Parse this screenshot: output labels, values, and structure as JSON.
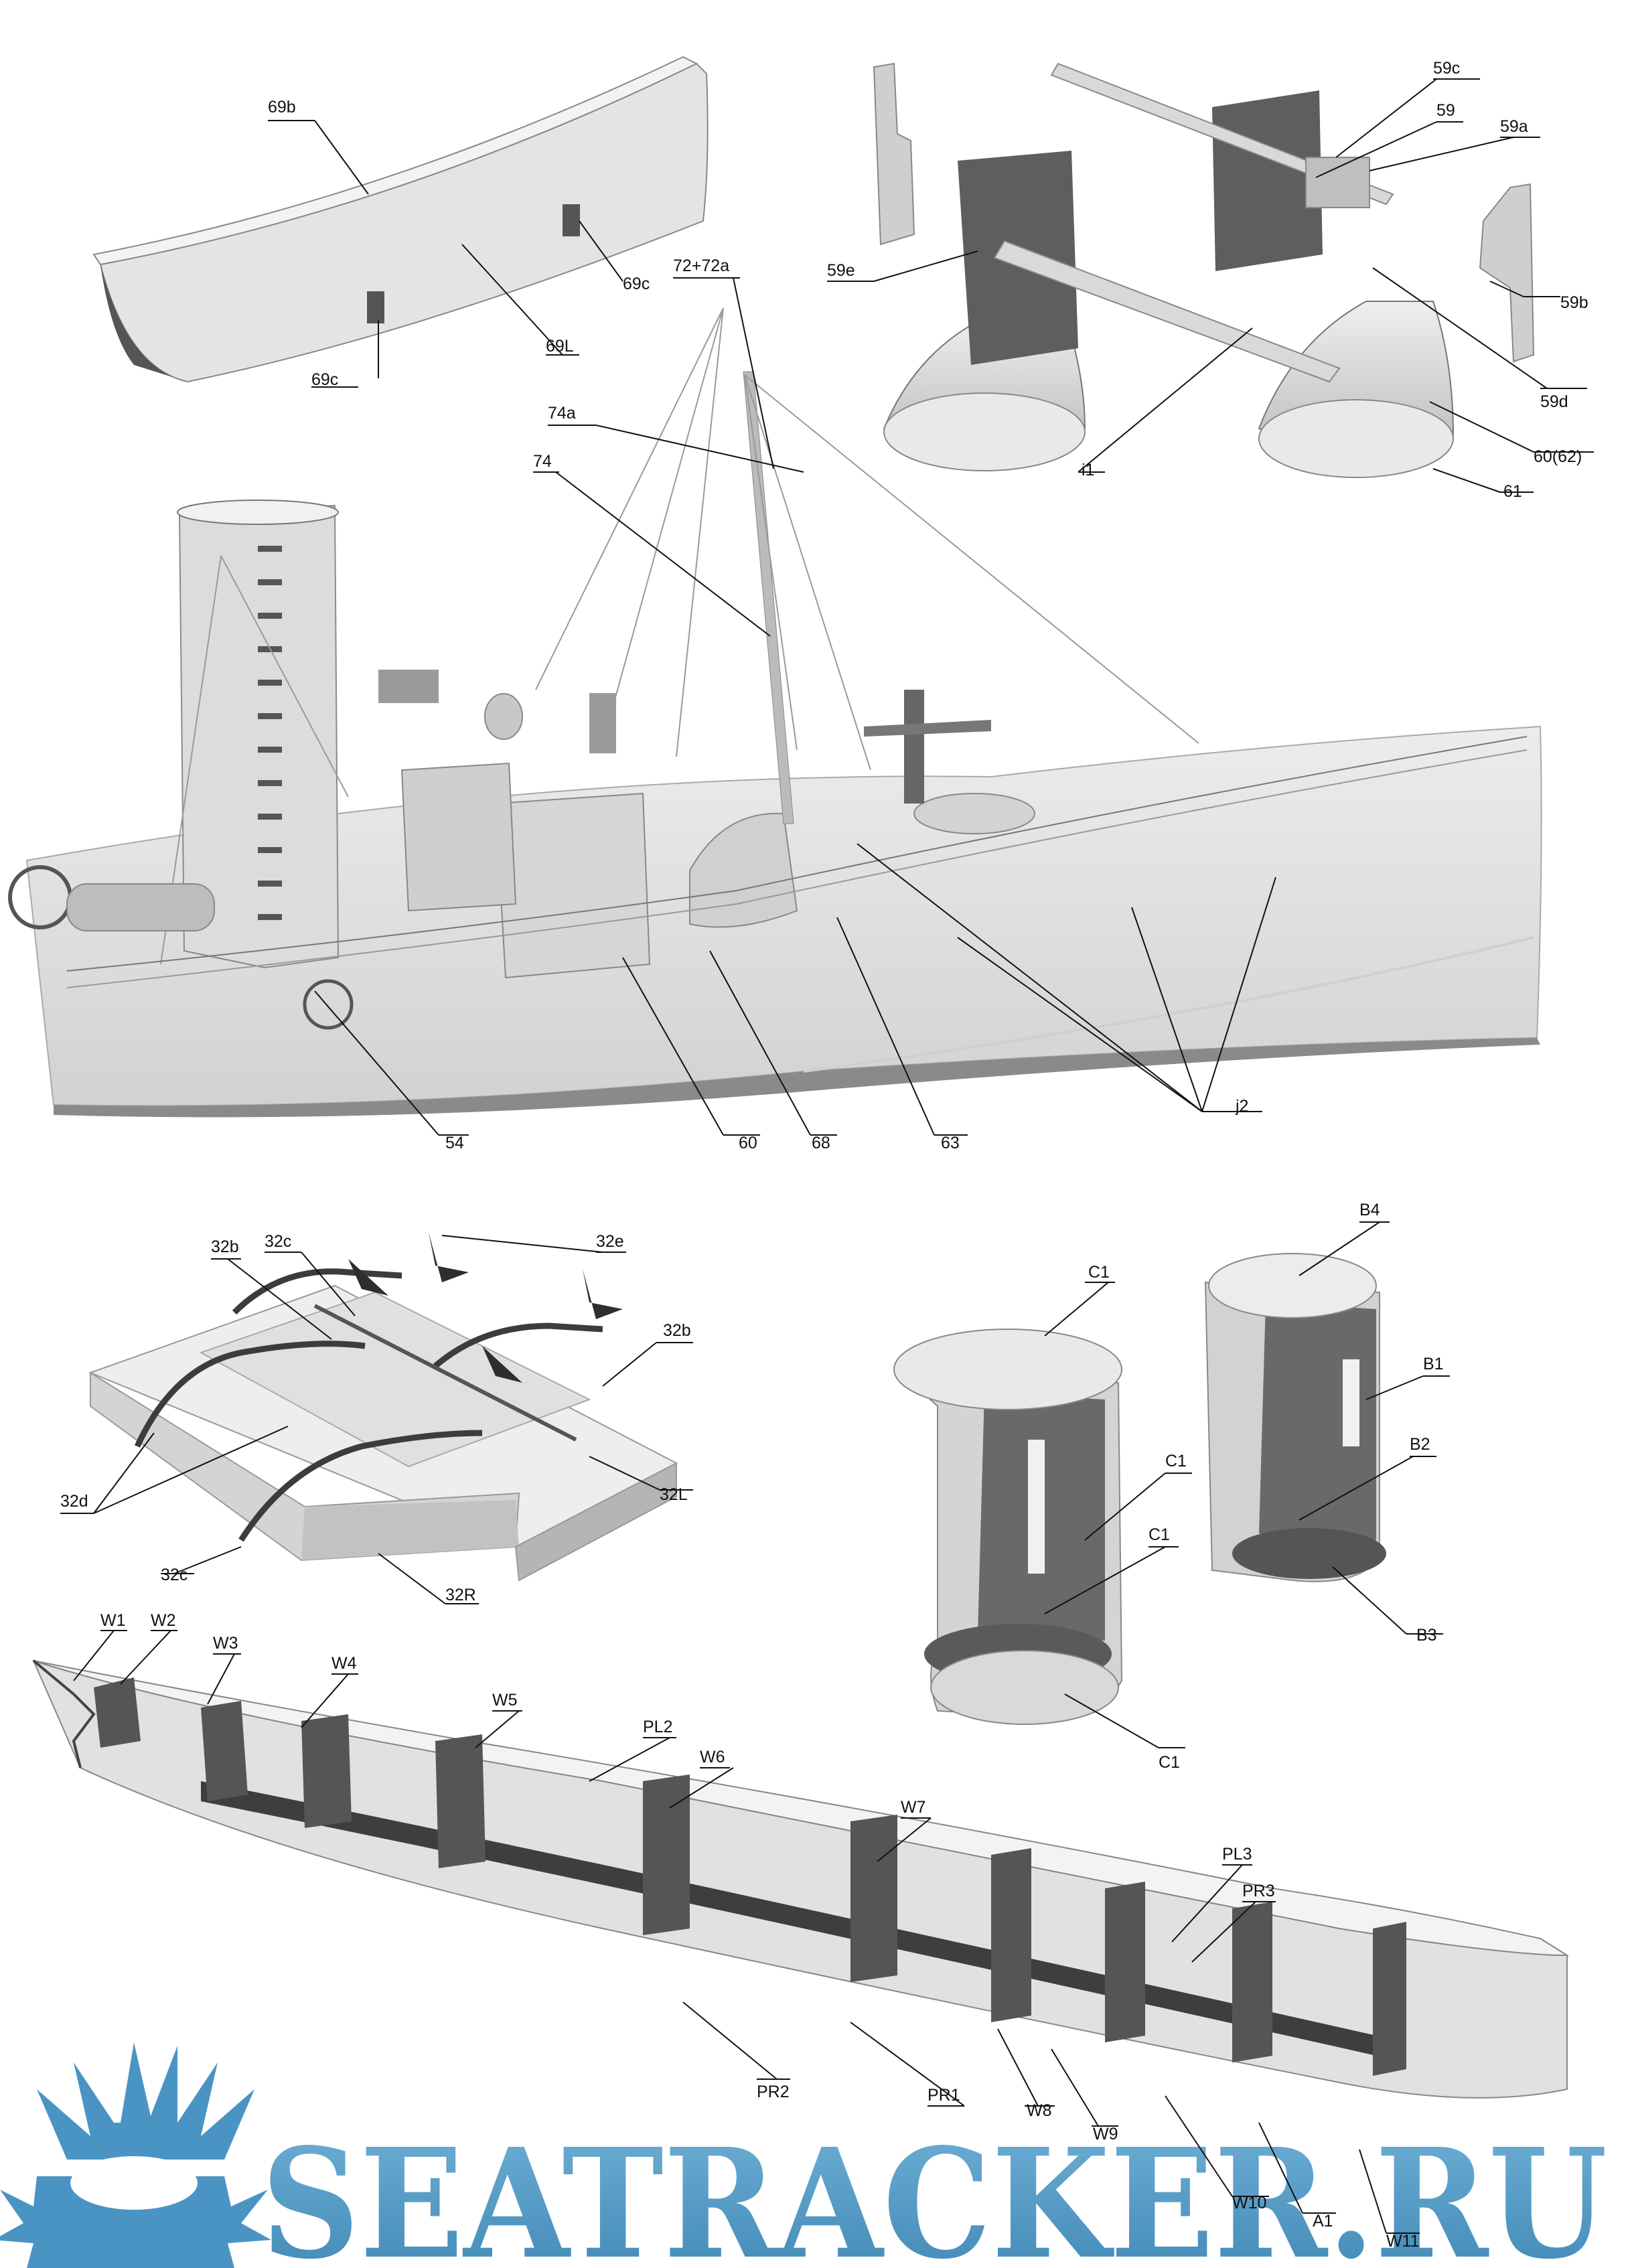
{
  "callouts": {
    "c69b": "69b",
    "c69c_top": "69c",
    "c69c_bot": "69c",
    "c69L": "69L",
    "c72": "72+72a",
    "c74a": "74a",
    "c74": "74",
    "c59c": "59c",
    "c59": "59",
    "c59a": "59a",
    "c59e": "59e",
    "c59b": "59b",
    "c59d": "59d",
    "c60_62": "60(62)",
    "ci1": "i1",
    "c61": "61",
    "c54": "54",
    "c60": "60",
    "c68": "68",
    "c63": "63",
    "cj2": "j2",
    "c32b_l": "32b",
    "c32c_t": "32c",
    "c32e": "32e",
    "c32b_r": "32b",
    "c32d": "32d",
    "c32L": "32L",
    "c32c_b": "32c",
    "c32R": "32R",
    "cC1_top": "C1",
    "cC1_m1": "C1",
    "cC1_m2": "C1",
    "cC1_bot": "C1",
    "cB4": "B4",
    "cB1": "B1",
    "cB2": "B2",
    "cB3": "B3",
    "cW1": "W1",
    "cW2": "W2",
    "cW3": "W3",
    "cW4": "W4",
    "cW5": "W5",
    "cPL2": "PL2",
    "cW6": "W6",
    "cW7": "W7",
    "cPL3": "PL3",
    "cPR3": "PR3",
    "cPR2": "PR2",
    "cPR1": "PR1",
    "cW8": "W8",
    "cW9": "W9",
    "cW10": "W10",
    "cA1": "A1",
    "cW11": "W11"
  },
  "watermark": {
    "text": "SEATRACKER.RU",
    "color": "#5aa0c8",
    "logo_icon": "sun-burst-logo-icon"
  },
  "colors": {
    "part_light": "#e6e6e6",
    "part_mid": "#c8c8c8",
    "part_dark": "#6a6a6a",
    "line": "#111111"
  }
}
